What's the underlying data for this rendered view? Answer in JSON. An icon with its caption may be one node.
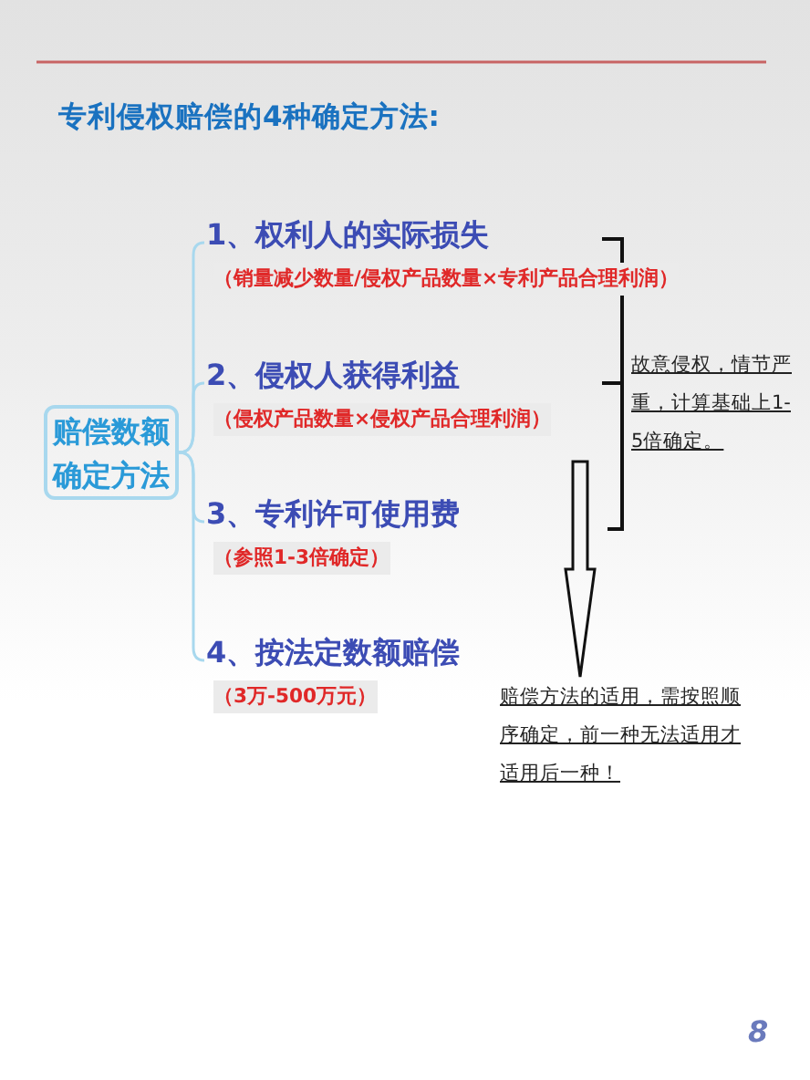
{
  "diagram": {
    "title": "专利侵权赔偿的4种确定方法:",
    "nodes": [
      {
        "text": [
          "赔偿数额确定方法"
        ]
      },
      {
        "text": [
          "1、权利人的实际损失",
          "（销量减少数量/侵权产品数量×专利产品合理利润）"
        ]
      },
      {
        "text": [
          "2、侵权人获得利益",
          "（侵权产品数量×侵权产品合理利润）"
        ]
      },
      {
        "text": [
          "3、专利许可使用费",
          "（参照1-3倍确定）"
        ]
      },
      {
        "text": [
          "4、按法定数额赔偿",
          "（3万-500万元）"
        ]
      },
      {
        "text": [
          "赔偿方法的适用，需按照顺序确定，前一种无法适用才适用后一种！"
        ]
      }
    ],
    "edges": [
      {
        "from": 0,
        "to": 1,
        "arrow": "none"
      },
      {
        "from": 0,
        "to": 2,
        "arrow": "none"
      },
      {
        "from": 0,
        "to": 3,
        "arrow": "none"
      },
      {
        "from": 0,
        "to": 4,
        "arrow": "none"
      },
      {
        "from": null,
        "to": 5,
        "arrow": "to"
      }
    ],
    "labels": [
      "故意侵权，情节严重，计算基础上1-5倍确定。",
      "8"
    ]
  }
}
